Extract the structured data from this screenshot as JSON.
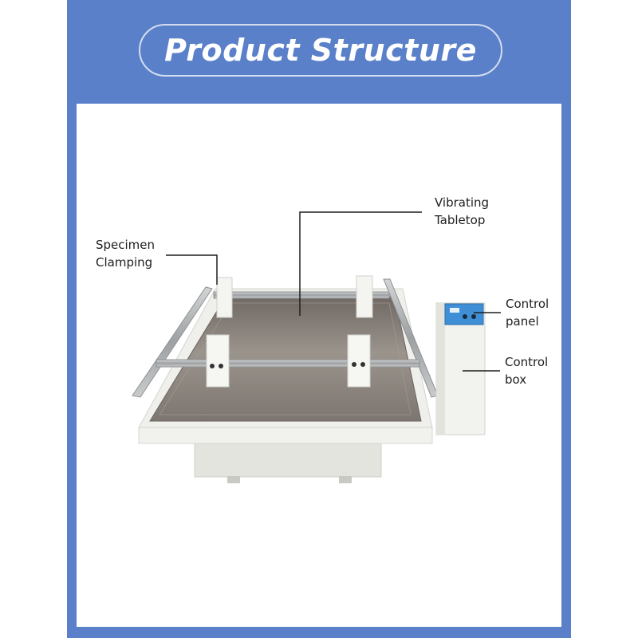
{
  "title": "Product Structure",
  "colors": {
    "frame_blue": "#5a80c9",
    "pill_border": "#d3ddf0",
    "panel_bg": "#ffffff",
    "machine_white": "#eeeeeb",
    "tabletop_steel": "#8c8680",
    "rail_gray": "#a9abac",
    "control_panel_blue": "#3f8fd6"
  },
  "labels": {
    "vibrating_tabletop": [
      "Vibrating",
      "Tabletop"
    ],
    "specimen_clamping": [
      "Specimen",
      "Clamping"
    ],
    "control_panel": [
      "Control",
      "panel"
    ],
    "control_box": [
      "Control",
      "box"
    ]
  }
}
